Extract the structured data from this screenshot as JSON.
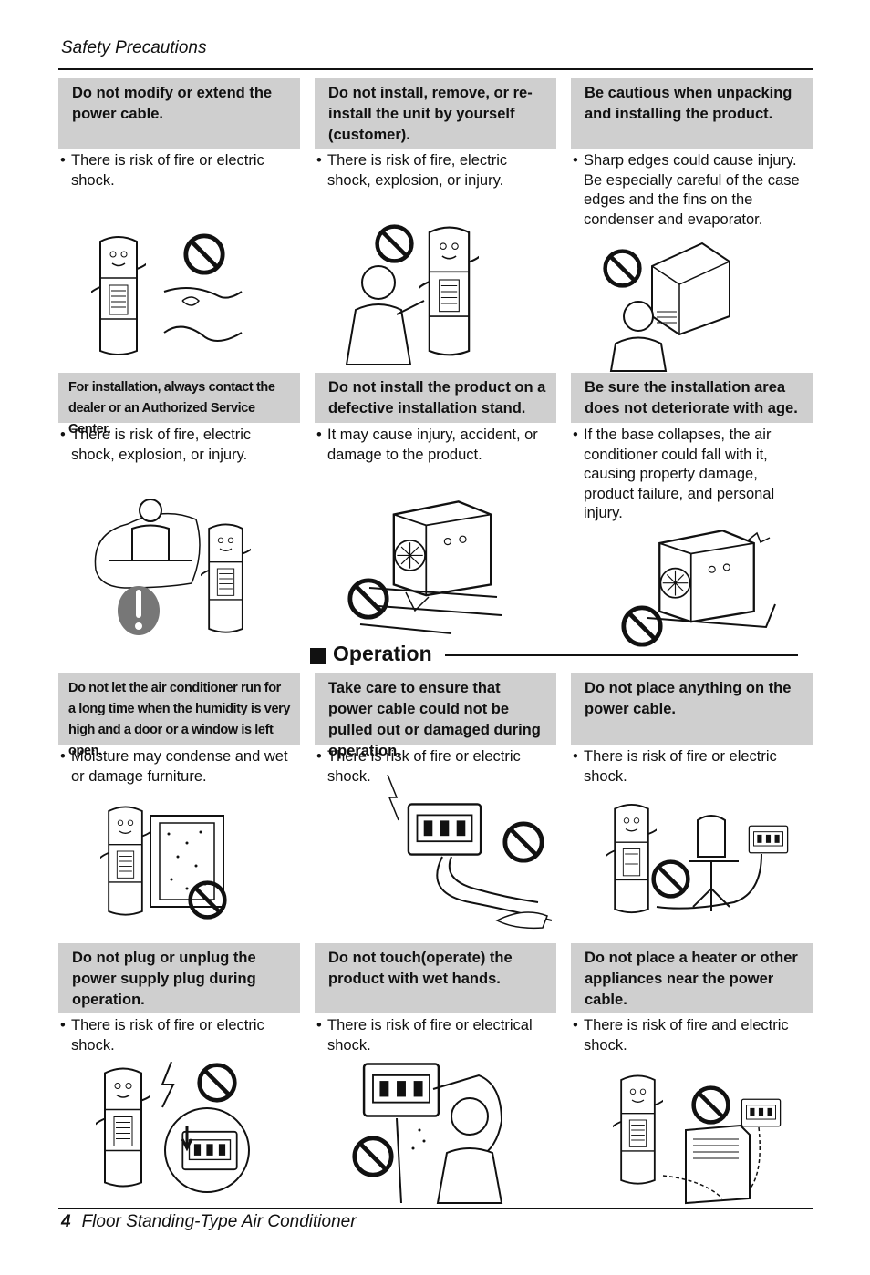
{
  "header": {
    "title": "Safety Precautions"
  },
  "footer": {
    "page_number": "4",
    "title": "Floor Standing-Type Air Conditioner"
  },
  "operation_heading": "Operation",
  "cells": [
    {
      "heading": "Do not modify or extend the power cable.",
      "text": "There is risk of fire or electric shock.",
      "illustration": "modify-power-cable-illustration"
    },
    {
      "heading": "Do not install, remove, or re-install the unit by yourself (customer).",
      "text": "There is risk of fire, electric shock, explosion, or injury.",
      "illustration": "self-installation-illustration"
    },
    {
      "heading": "Be cautious when unpacking and installing  the product.",
      "text": "Sharp edges could cause injury. Be especially careful of the case edges and the fins on the condenser and evaporator.",
      "illustration": "unpacking-illustration"
    },
    {
      "heading": "For installation, always contact the dealer or an Authorized Service Center.",
      "text": "There is risk of fire, electric shock, explosion, or injury.",
      "illustration": "service-center-illustration"
    },
    {
      "heading": "Do not install the product on a defective installation stand.",
      "text": "It may cause injury, accident, or damage to the product.",
      "illustration": "defective-stand-illustration"
    },
    {
      "heading": "Be sure the installation area does not deteriorate with age.",
      "text": "If the base collapses, the air conditioner could fall with it, causing property damage, product failure, and personal injury.",
      "illustration": "deteriorated-base-illustration"
    },
    {
      "heading": "Do not let the air conditioner run for a long time when the humidity is very high and a door or a window is left open.",
      "text": "Moisture may condense and wet or damage furniture.",
      "illustration": "humidity-window-illustration"
    },
    {
      "heading": "Take care to ensure that power cable could not be pulled out or damaged during operation.",
      "text": "There is risk of fire or electric shock.",
      "illustration": "pulled-cable-illustration"
    },
    {
      "heading": "Do not place anything on the power cable.",
      "text": "There is risk of fire or electric shock.",
      "illustration": "object-on-cable-illustration"
    },
    {
      "heading": "Do not plug or unplug the power supply plug during operation.",
      "text": "There is risk of fire or electric shock.",
      "illustration": "unplug-during-operation-illustration"
    },
    {
      "heading": "Do not touch(operate) the product with wet hands.",
      "text": "There is risk of fire or electrical shock.",
      "illustration": "wet-hands-illustration"
    },
    {
      "heading": "Do not place a heater or other appliances near the power cable.",
      "text": "There is risk of fire and electric shock.",
      "illustration": "heater-near-cable-illustration"
    }
  ]
}
